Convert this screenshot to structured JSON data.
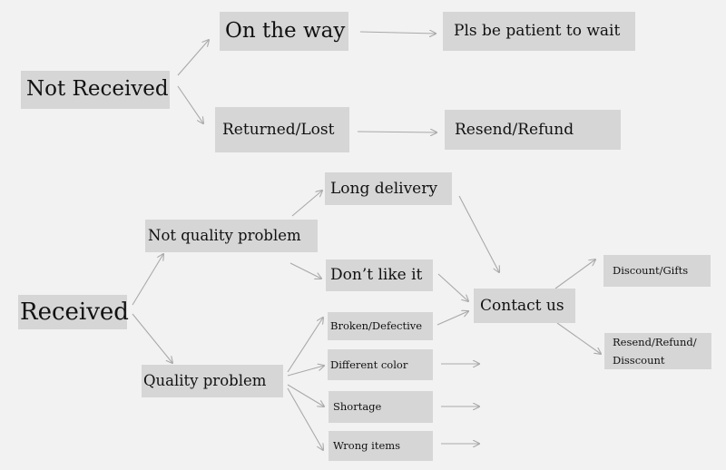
{
  "diagram": {
    "not_received": {
      "root": "Not Received",
      "on_the_way": "On the way",
      "wait": "Pls be patient to wait",
      "returned_lost": "Returned/Lost",
      "resend_refund": "Resend/Refund"
    },
    "received": {
      "root": "Received",
      "not_quality_problem": "Not quality problem",
      "long_delivery": "Long delivery",
      "dont_like_it": "Don’t like it",
      "quality_problem": "Quality problem",
      "broken_defective": "Broken/Defective",
      "different_color": "Different color",
      "shortage": "Shortage",
      "wrong_items": "Wrong items",
      "contact_us": "Contact us",
      "discount_gifts": "Discount/Gifts",
      "resend_refund_discount_line1": "Resend/Refund/",
      "resend_refund_discount_line2": "Disscount"
    }
  }
}
